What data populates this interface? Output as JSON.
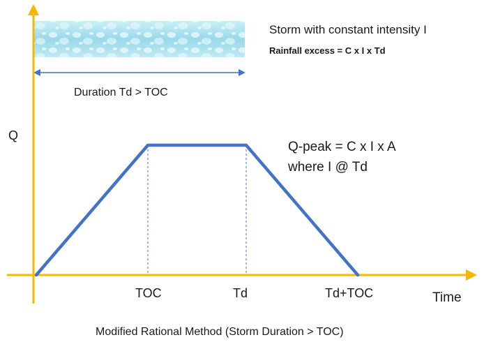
{
  "storm": {
    "description": "Storm with constant intensity I",
    "rainfall_excess": "Rainfall excess = C x I x Td",
    "duration_label": "Duration Td > TOC"
  },
  "axes": {
    "y_label": "Q",
    "x_label": "Time",
    "ticks": [
      "TOC",
      "Td",
      "Td+TOC"
    ]
  },
  "peak": {
    "line1": "Q-peak = C x I x A",
    "line2": "where I @ Td"
  },
  "caption": "Modified Rational Method (Storm Duration > TOC)",
  "colors": {
    "axis": "#f5b700",
    "hydrograph": "#4472c4",
    "guide": "#4472c4",
    "storm_fill": "#a9e2ee",
    "storm_drop": "#e6f8fc",
    "duration_arrow": "#4472c4"
  }
}
